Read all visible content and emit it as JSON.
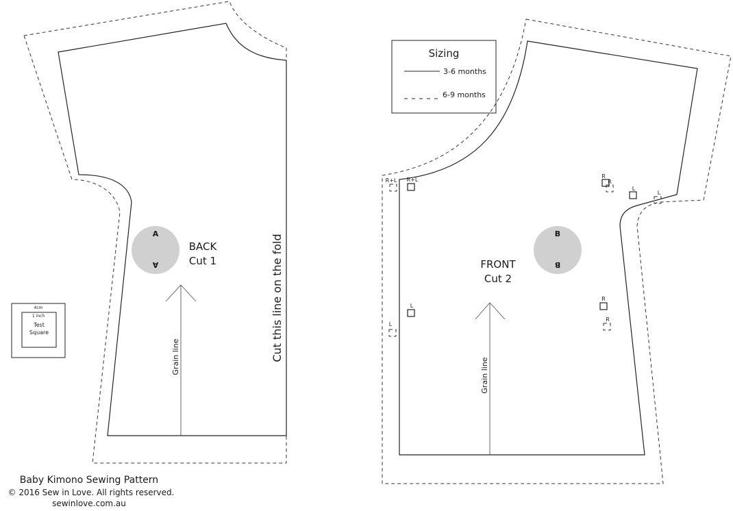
{
  "legend": {
    "title": "Sizing",
    "solid_label": "3-6 months",
    "dashed_label": "6-9 months"
  },
  "back_piece": {
    "name": "BACK",
    "cut": "Cut 1",
    "marker_letter": "A",
    "grain_label": "Grain line",
    "fold_label": "Cut this line on the fold"
  },
  "front_piece": {
    "name": "FRONT",
    "cut": "Cut 2",
    "marker_letter": "B",
    "grain_label": "Grain line",
    "notches": {
      "rl": "R+L",
      "l": "L",
      "r": "R"
    }
  },
  "test_square": {
    "outer_label": "4cm",
    "inner_label": "1 inch",
    "line1": "Test",
    "line2": "Square"
  },
  "footer": {
    "title": "Baby Kimono Sewing Pattern",
    "copyright": "© 2016 Sew in Love. All rights reserved.",
    "website": "sewinlove.com.au"
  },
  "colors": {
    "line": "#222222",
    "marker_fill": "#d0d0d0"
  }
}
